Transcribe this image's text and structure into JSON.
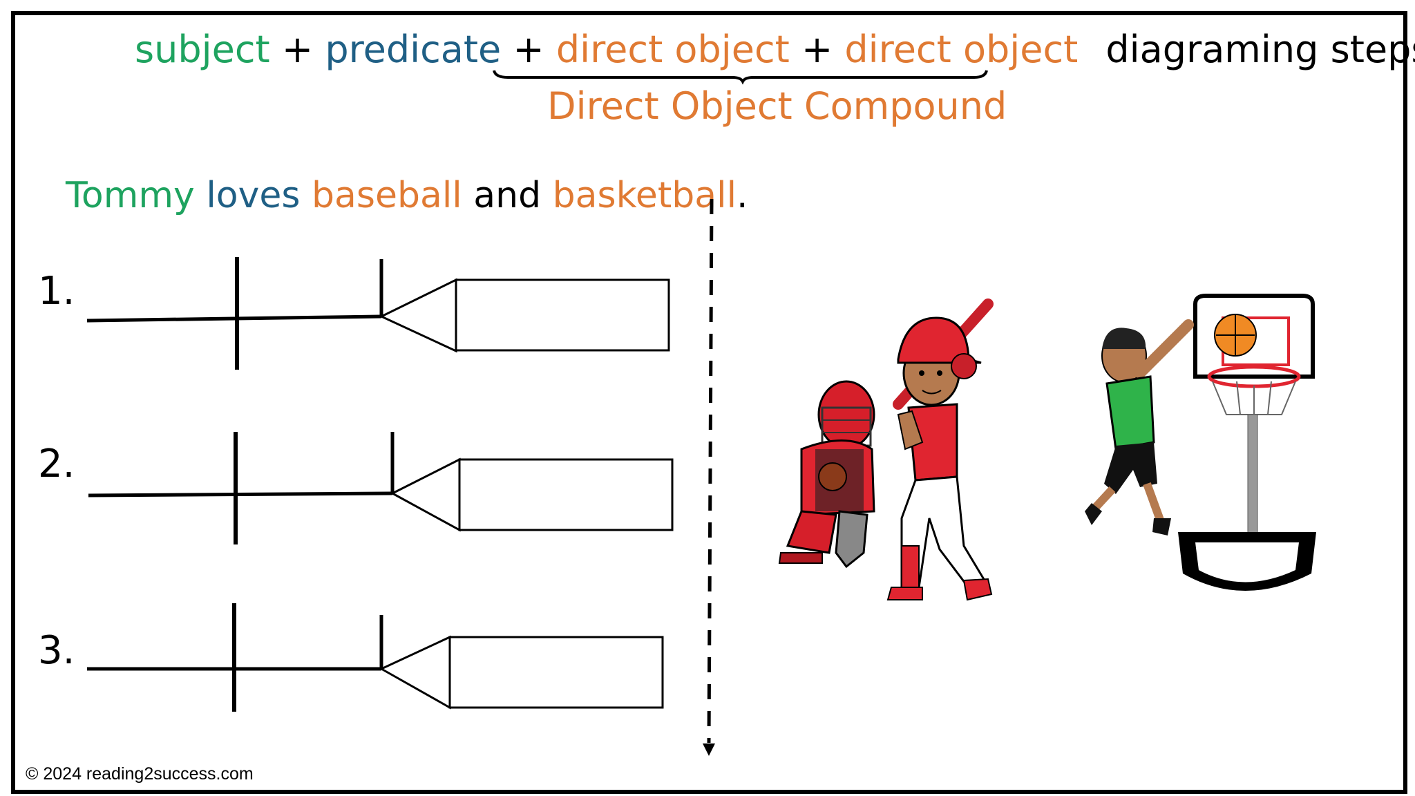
{
  "colors": {
    "subject": "#1ea35f",
    "predicate": "#1f5f85",
    "object": "#e07a33",
    "black": "#000000"
  },
  "header": {
    "subject": "subject",
    "plus1": " + ",
    "predicate": "predicate",
    "plus2": " + ",
    "direct_object_1": "direct object",
    "plus3": " + ",
    "direct_object_2": "direct object",
    "steps": "diagraming steps",
    "compound_label": "Direct Object Compound"
  },
  "sentence": {
    "subject": "Tommy",
    "verb": "loves",
    "object1": "baseball",
    "conjunction": "and",
    "object2": "basketball",
    "period": "."
  },
  "steps": [
    {
      "number": "1."
    },
    {
      "number": "2."
    },
    {
      "number": "3."
    }
  ],
  "illustrations": [
    "baseball-catcher",
    "baseball-batter",
    "basketball-player-dunking"
  ],
  "footer": {
    "copyright": "© 2024 reading2success.com"
  }
}
